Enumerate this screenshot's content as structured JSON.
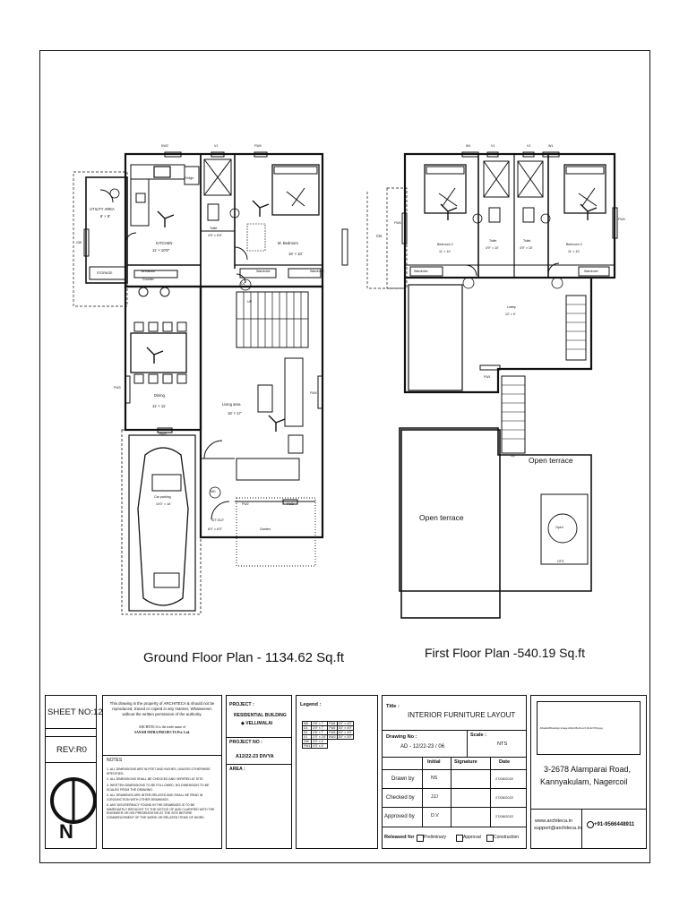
{
  "plans": {
    "ground_title": "Ground Floor Plan - 1134.62 Sq.ft",
    "first_title": "First Floor Plan -540.19 Sq.ft",
    "ground_rooms": {
      "utility": "UTILITY  AREA",
      "utility_dim": "6' × 8'",
      "kitchen": "KITCHEN",
      "kitchen_dim": "11' × 10'9\"",
      "fridge": "Fridge",
      "storage": "STORAGE",
      "breakfast": "Breakfast",
      "counter": "Counter",
      "toilet": "Toilet",
      "toilet_dim": "4'9\" × 6'6\"",
      "mbed": "M. Bedroom",
      "mbed_dim": "16' × 10'",
      "wardrobe": "Wardrobe",
      "dining": "Dining",
      "dining_dim": "11' × 11'",
      "living": "Living area",
      "living_dim": "16' × 17'",
      "car_parking": "Car parking",
      "car_dim": "10'0\" × 16'",
      "sit_out": "SIT OUT",
      "sit_dim": "6'0\" × 6'0\"",
      "garden": "Garden",
      "up": "UP",
      "window_kw2": "KW2",
      "window_v1": "V1",
      "window_fw4": "FW4",
      "window_gw": "GW",
      "window_fw3": "FW3",
      "window_fw2": "FW2",
      "door_d1": "D1",
      "door_md": "MD"
    },
    "first_rooms": {
      "bedroom2": "Bedroom 2",
      "bedroom2_dim": "11' × 10'",
      "bedroom3": "Bedroom 3",
      "bedroom3_dim": "11' × 10'",
      "toilet": "Toilet",
      "toilet_dim": "4'9\" × 10'",
      "lobby": "Lobby",
      "lobby_dim": "12' × 9'",
      "open_terrace_right": "Open terrace",
      "open_terrace_left": "Open terrace",
      "open": "Open",
      "cts": "Cts",
      "ots": "OTS",
      "wardrobe": "Wardrobe",
      "window_w1": "W1",
      "window_v1": "V1",
      "window_fw4": "FW4",
      "window_fw1": "FW1",
      "up": "Up"
    }
  },
  "titleblock": {
    "sheet_no": "SHEET NO:12",
    "rev": "REV:R0",
    "disclaimer": "This drawing is the property of  ARCHITECA  & should not be reproduced, traced or copied in any manner, Whatsoever, without the written permission of the authority.",
    "trade_name_1": "ARCHITECA is the trade name of",
    "trade_name_2": "SANAH INFRA PROJECTS Pvt. Ltd.",
    "notes_title": "NOTES",
    "notes": [
      "1.  ALL DIMENSIONS ARE IN FEET AND INCHES, UNLESS OTHERWISE SPECIFIED.",
      "2.  ALL DIMENSIONS SHALL BE CHECKED AND VERIFIED AT SITE.",
      "3.  WRITTEN DIMENSIONS TO BE FOLLOWED, NO DIMENSION TO BE SCALED FROM THE DRAWING.",
      "4.  ALL DRAWINGS ARE INTER-RELATED AND SHALL BE READ IN CONJUNCTION WITH OTHER DRAWINGS.",
      "5.  ANY DISCREPANCY FOUND IN THE DRAWINGS IS TO BE IMMEDIATELY BROUGHT TO THE NOTICE OF AND CLARIFIED WITH THE ENGINEER OR HIS PRESENTATIVE AT THE SITE BEFORE COMMENCEMENT OF THE WORK OR RELATED ITEMS OF WORK."
    ],
    "project_label": "PROJECT :",
    "project_name": "RESIDENTIAL BUILDING",
    "project_location": "◆ VELLIMALAI",
    "project_no_label": "PROJECT NO :",
    "project_no": "A12/22-23 DIVYA",
    "area_label": "AREA :",
    "legend_label": "Legend :",
    "legend_rows": [
      [
        "MD",
        "3'6\" × 7'",
        "FW4",
        "4'0\" × 4'0\""
      ],
      [
        "D1",
        "3'0\" × 7'",
        "FW2",
        "3'0\" × 4'0\""
      ],
      [
        "D2",
        "2'6\" × 7'",
        "FW3",
        "5'0\" × 4'0\""
      ],
      [
        "V1",
        "2'0\" × 1'6\"",
        "KW2",
        "3'0\" × 3'0\""
      ],
      [
        "GW",
        "3'0\" × 4'",
        "",
        " "
      ],
      [
        "FW1",
        "4'0\" × 4'",
        "",
        " "
      ]
    ],
    "title_label": "Title :",
    "title_value": "INTERIOR  FURNITURE  LAYOUT",
    "drawing_no_label": "Drawing No :",
    "drawing_no": "AD - 12/22-23 / 06",
    "scale_label": "Scale :",
    "scale_value": "NTS",
    "col_initial": "Initial",
    "col_signature": "Signature",
    "col_date": "Date",
    "rows": [
      {
        "role": "Drawn by",
        "initial": "NS",
        "date": "27/08/2022"
      },
      {
        "role": "Checked by",
        "initial": "JJJ",
        "date": "27/08/2022"
      },
      {
        "role": "Approved by",
        "initial": "D.V",
        "date": "27/08/2022"
      }
    ],
    "released_for": "Released for",
    "opt_preliminary": "Preliminary",
    "opt_approval": "Approval",
    "opt_construction": "Construction",
    "address_1": "3-2678 Alamparai Road,",
    "address_2": "Kannyakulam, Nagercoil",
    "web": "www.architeca.in",
    "email": "support@architeca.in",
    "phone": "+91-9566448911",
    "image_path": "./Model/WhatsApp Image 2022-08-29 at 6.19.22 PM.jpeg",
    "north": "N"
  }
}
